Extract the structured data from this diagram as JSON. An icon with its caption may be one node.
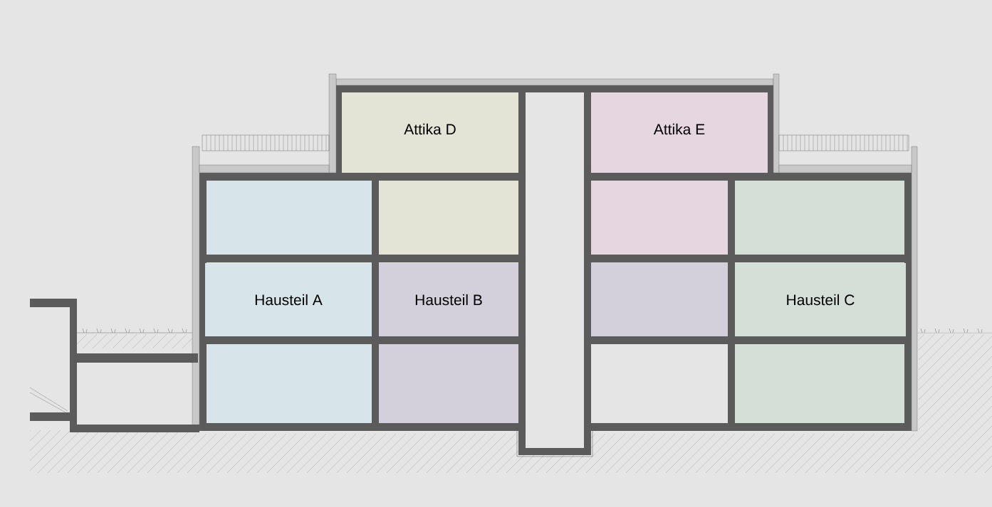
{
  "diagram": {
    "nodes": [
      {
        "text": [
          "Attika D"
        ]
      },
      {
        "text": [
          "Attika E"
        ]
      },
      {
        "text": [
          "Hausteil A"
        ]
      },
      {
        "text": [
          "Hausteil B"
        ]
      },
      {
        "text": [
          "Hausteil C"
        ]
      }
    ]
  }
}
